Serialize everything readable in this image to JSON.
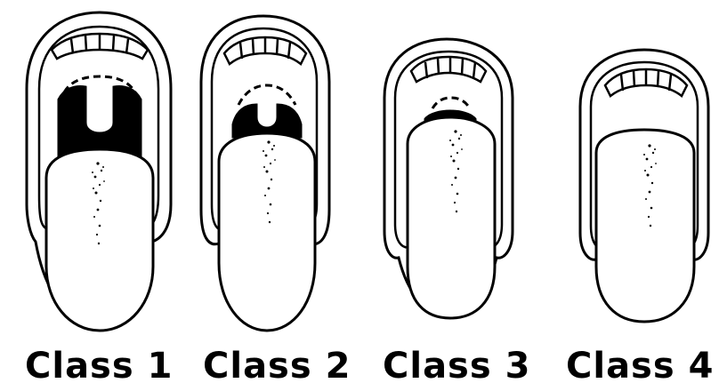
{
  "panels": [
    {
      "label": "Class 1"
    },
    {
      "label": "Class 2"
    },
    {
      "label": "Class 3"
    },
    {
      "label": "Class 4"
    }
  ],
  "colors": {
    "ink": "#000000",
    "paper": "#ffffff"
  }
}
